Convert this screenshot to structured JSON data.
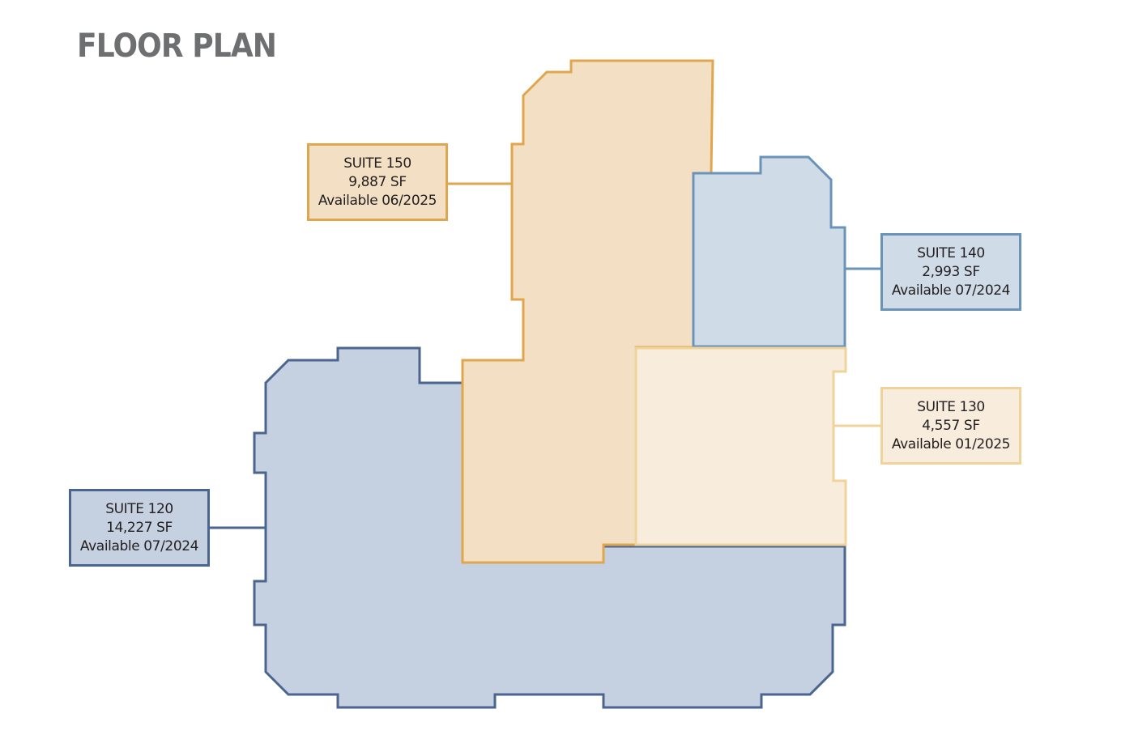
{
  "title": "FLOOR PLAN",
  "colors": {
    "suite_150_fill": "#f3e0c4",
    "suite_150_stroke": "#e0a64e",
    "suite_140_fill": "#cfdce8",
    "suite_140_stroke": "#6b93b8",
    "suite_130_fill": "#f8eddc",
    "suite_130_stroke": "#f0d39a",
    "suite_120_fill": "#c5d0e0",
    "suite_120_stroke": "#4a6590",
    "title_color": "#6e6f71"
  },
  "suites": {
    "suite_150": {
      "name": "SUITE 150",
      "area": "9,887 SF",
      "availability": "Available 06/2025"
    },
    "suite_140": {
      "name": "SUITE 140",
      "area": "2,993 SF",
      "availability": "Available 07/2024"
    },
    "suite_130": {
      "name": "SUITE 130",
      "area": "4,557 SF",
      "availability": "Available 01/2025"
    },
    "suite_120": {
      "name": "SUITE 120",
      "area": "14,227 SF",
      "availability": "Available 07/2024"
    }
  }
}
